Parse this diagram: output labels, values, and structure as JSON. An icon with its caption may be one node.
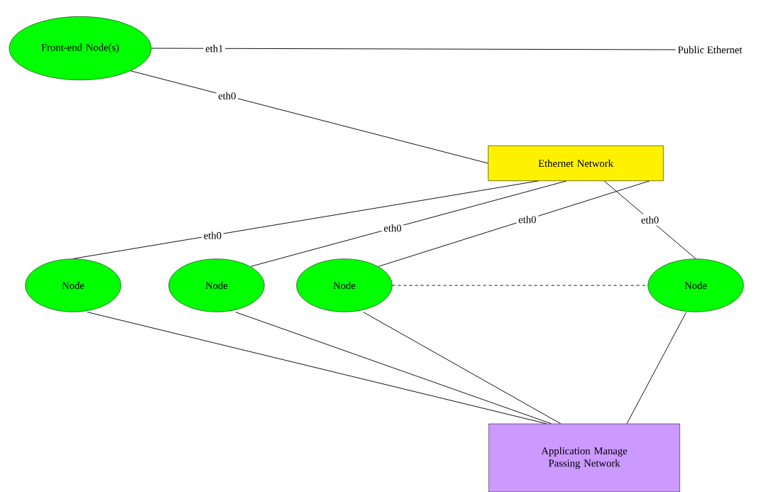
{
  "diagram": {
    "nodes": [
      {
        "text": [
          "Front-end Node(s)"
        ]
      },
      {
        "text": [
          "Public Ethernet"
        ]
      },
      {
        "text": [
          "Ethernet Network"
        ]
      },
      {
        "text": [
          "Node"
        ]
      },
      {
        "text": [
          "Node"
        ]
      },
      {
        "text": [
          "Node"
        ]
      },
      {
        "text": [
          "Node"
        ]
      },
      {
        "text": [
          "Application Manage Passing Network"
        ]
      }
    ],
    "edges": [
      {
        "from": 0,
        "to": 1,
        "arrow": "none",
        "label": "eth1"
      },
      {
        "from": 0,
        "to": 2,
        "arrow": "none",
        "label": "eth0"
      },
      {
        "from": 2,
        "to": 3,
        "arrow": "none",
        "label": "eth0"
      },
      {
        "from": 2,
        "to": 4,
        "arrow": "none",
        "label": "eth0"
      },
      {
        "from": 2,
        "to": 5,
        "arrow": "none",
        "label": "eth0"
      },
      {
        "from": 2,
        "to": 6,
        "arrow": "none",
        "label": "eth0"
      },
      {
        "from": 5,
        "to": 6,
        "arrow": "none",
        "style": "dashed"
      },
      {
        "from": 3,
        "to": 7,
        "arrow": "none"
      },
      {
        "from": 4,
        "to": 7,
        "arrow": "none"
      },
      {
        "from": 5,
        "to": 7,
        "arrow": "none"
      },
      {
        "from": 6,
        "to": 7,
        "arrow": "none"
      }
    ]
  }
}
